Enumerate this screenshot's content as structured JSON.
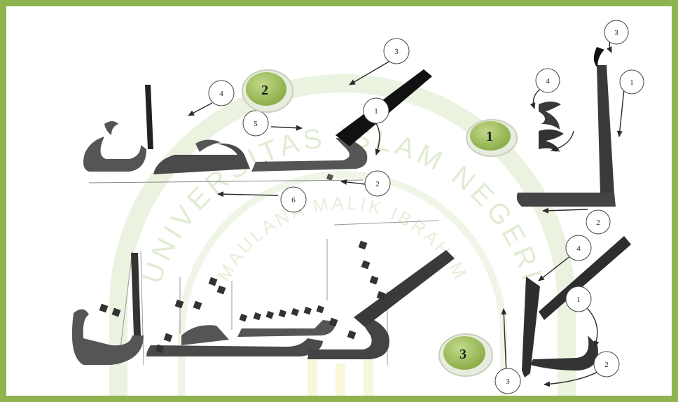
{
  "badges": {
    "one": "1",
    "two": "2",
    "three": "3"
  },
  "step_labels": {
    "g1_1": "1",
    "g1_2": "2",
    "g1_3": "3",
    "g1_4": "4",
    "g2_1": "1",
    "g2_2": "2",
    "g2_3": "3",
    "g2_4": "4",
    "g2_5": "5",
    "g2_6": "6",
    "g3_1": "1",
    "g3_2": "2",
    "g3_3": "3",
    "g3_4": "4"
  },
  "watermark": {
    "arc_top": "UNIVERSITAS ISLAM NEGERI",
    "arc_inner": "MAULANA MALIK IBRAHIM"
  },
  "colors": {
    "border": "#8fb34f",
    "badge_fill": "#9fbf5c",
    "ink": "#444444",
    "watermark": "#cfe3b5"
  }
}
